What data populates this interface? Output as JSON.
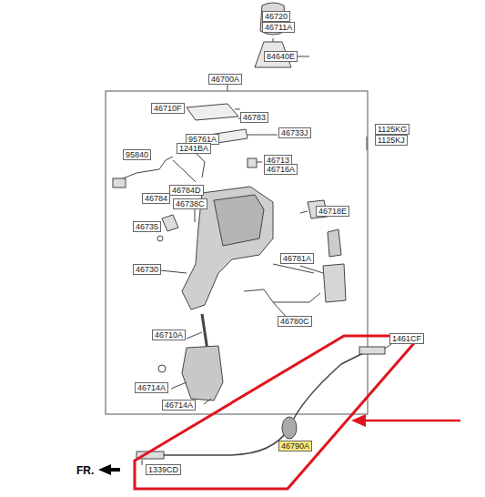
{
  "diagram": {
    "labels": [
      "46720",
      "46711A",
      "84640E",
      "46700A",
      "46710F",
      "46783",
      "46733J",
      "1125KG",
      "1125KJ",
      "95761A",
      "1241BA",
      "95840",
      "46713",
      "46716A",
      "46784D",
      "46784",
      "46738C",
      "46718E",
      "46735",
      "46730",
      "46781A",
      "46780C",
      "46710A",
      "1461CF",
      "46714A",
      "46714A",
      "46790A",
      "1339CD",
      "FR."
    ]
  }
}
